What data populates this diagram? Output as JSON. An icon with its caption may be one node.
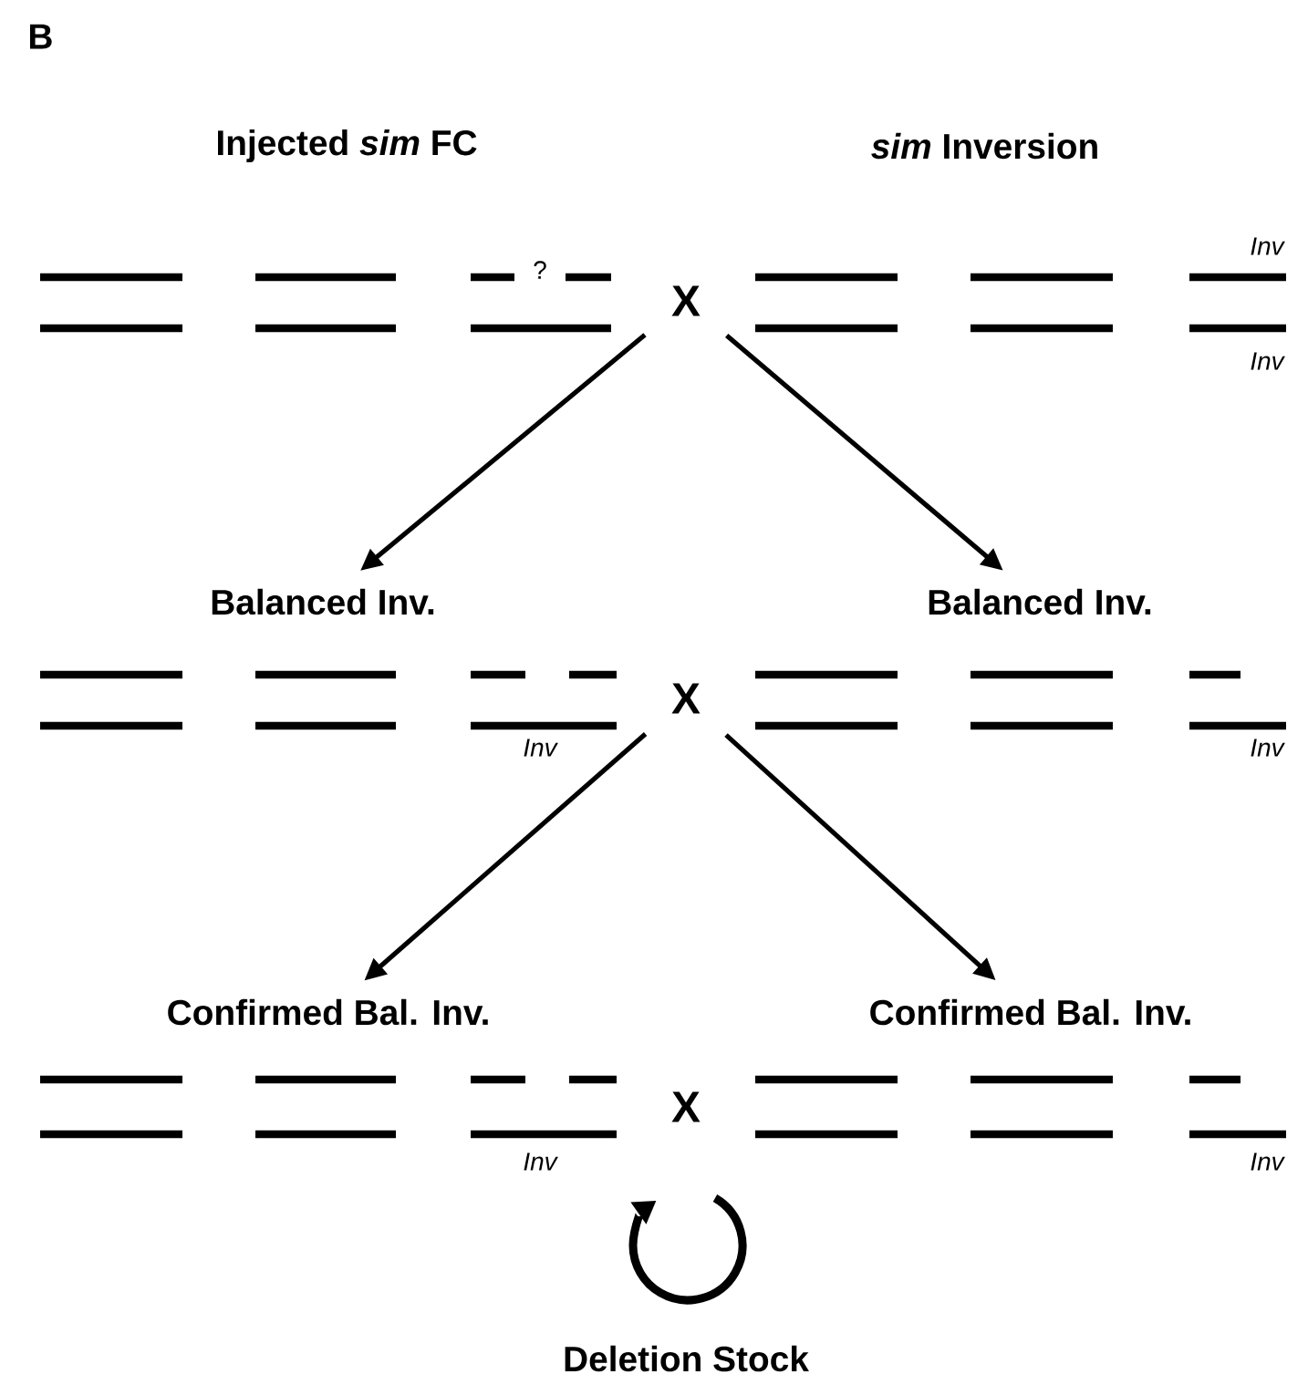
{
  "diagram": {
    "nodes": [
      {
        "text": [
          "X"
        ]
      },
      {
        "text": [
          "Balanced Inv."
        ]
      },
      {
        "text": [
          "Balanced Inv."
        ]
      },
      {
        "text": [
          "X"
        ]
      },
      {
        "text": [
          "Confirmed Bal. Inv."
        ]
      },
      {
        "text": [
          "Confirmed Bal. Inv."
        ]
      },
      {
        "text": [
          "X"
        ]
      }
    ],
    "edges": [
      {
        "from": 0,
        "to": 1,
        "arrow": "to"
      },
      {
        "from": 0,
        "to": 2,
        "arrow": "to"
      },
      {
        "from": 3,
        "to": 4,
        "arrow": "to"
      },
      {
        "from": 3,
        "to": 5,
        "arrow": "to"
      }
    ],
    "labels": [
      "B",
      "Injected *sim* FC",
      "*sim* Inversion",
      "Inv",
      "?",
      "Inv",
      "Inv",
      "Inv",
      "Inv",
      "Inv",
      "Deletion Stock"
    ]
  }
}
